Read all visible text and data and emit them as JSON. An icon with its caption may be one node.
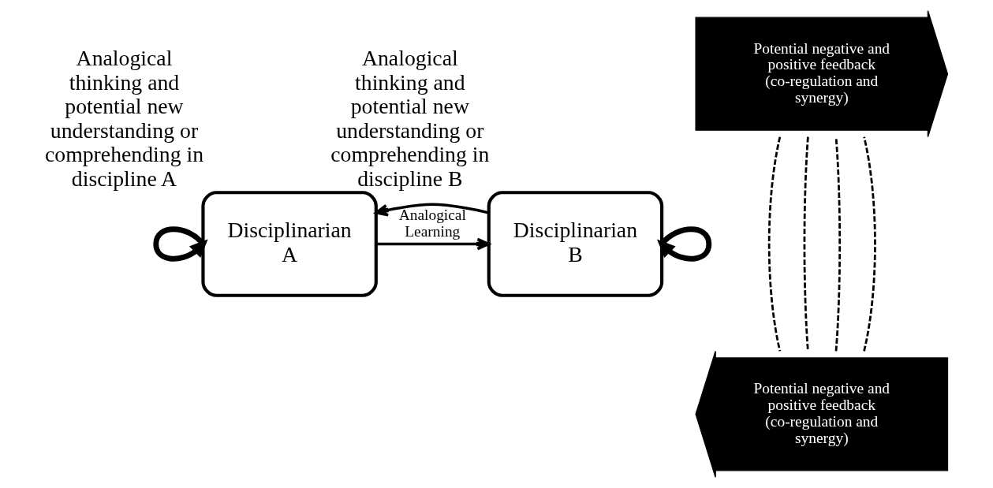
{
  "diagram": {
    "nodes": [
      {
        "text": [
          "Potential negative and positive feedback (co-regulation and synergy)"
        ]
      },
      {
        "text": [
          "Disciplinarian A"
        ],
        "beside": [
          "Analogical thinking and potential new understanding or comprehending in discipline A"
        ]
      },
      {
        "text": [
          "Disciplinarian B"
        ],
        "beside": [
          "Analogical thinking and potential new understanding or comprehending in discipline B"
        ]
      },
      {
        "text": [
          "Potential negative and positive feedback (co-regulation and synergy)"
        ]
      }
    ],
    "edges": [
      {
        "from": 1,
        "to": 2,
        "arrow": "to",
        "label": "Analogical Learning"
      },
      {
        "from": 2,
        "to": 1,
        "arrow": "to"
      },
      {
        "from": 1,
        "to": 1,
        "arrow": "to",
        "style": "thick"
      },
      {
        "from": 2,
        "to": 2,
        "arrow": "to",
        "style": "thick"
      },
      {
        "from": 0,
        "to": 3,
        "arrow": "none",
        "style": "dashed"
      },
      {
        "from": 0,
        "to": 3,
        "arrow": "none",
        "style": "dashed"
      },
      {
        "from": 3,
        "to": 0,
        "arrow": "none",
        "style": "dashed"
      },
      {
        "from": 3,
        "to": 0,
        "arrow": "none",
        "style": "dashed"
      }
    ]
  }
}
